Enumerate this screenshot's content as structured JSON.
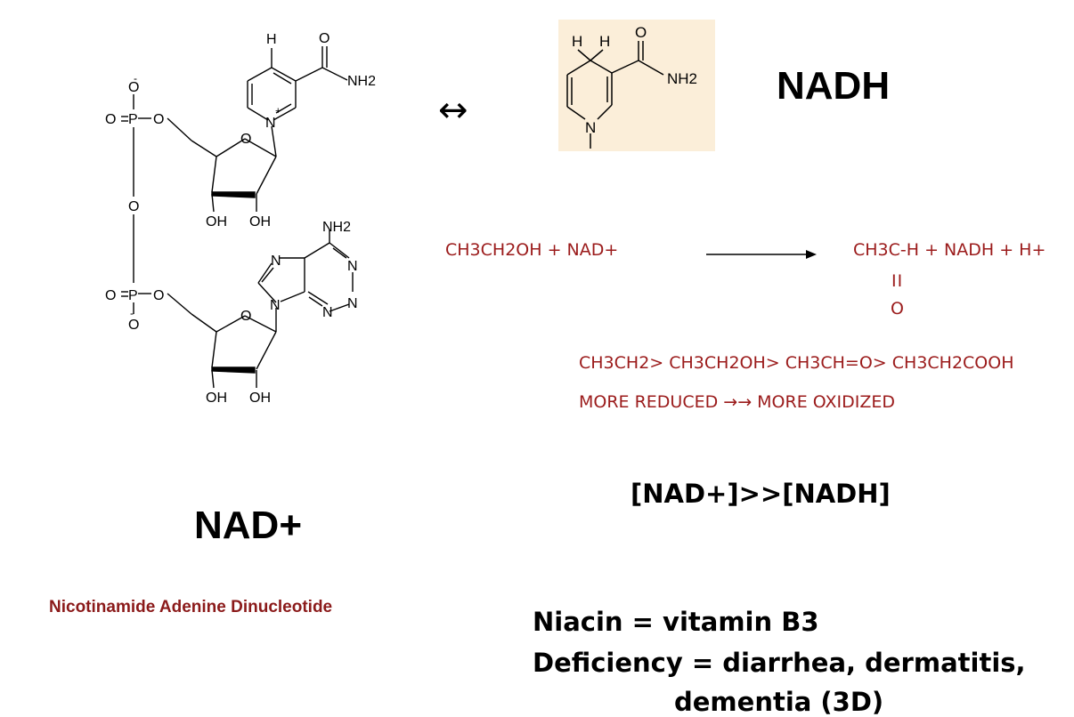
{
  "structures": {
    "nadplus": {
      "atoms": {
        "h_top": "H",
        "o_amide": "O",
        "nh2_amide": "NH2",
        "n_plus": "N",
        "plus": "+",
        "ring_o_upper": "O",
        "oh_left_upper": "OH",
        "oh_right_upper": "OH",
        "o_minus_top": "O",
        "minus_top": "-",
        "o_double_top": "O",
        "p_top": "P",
        "o_ester_top": "O",
        "o_bridge": "O",
        "o_double_bot": "O",
        "p_bot": "P",
        "o_ester_bot": "O",
        "o_minus_bot": "O",
        "minus_bot": "-",
        "nh2_adenine": "NH2",
        "n_a1": "N",
        "n_a2": "N",
        "n_a3": "N",
        "n_a4": "N",
        "n_a5": "N",
        "ring_o_lower": "O",
        "oh_left_lower": "OH",
        "oh_right_lower": "OH"
      }
    },
    "nadh": {
      "atoms": {
        "h1": "H",
        "h2": "H",
        "o": "O",
        "nh2": "NH2",
        "n": "N"
      }
    }
  },
  "equilibrium_arrow": "↔",
  "nadh_title": "NADH",
  "reaction": {
    "reactants": "CH3CH2OH + NAD+",
    "products": "CH3C-H + NADH + H+",
    "double_bond": "II",
    "oxygen": "O"
  },
  "oxidation_series": "CH3CH2> CH3CH2OH> CH3CH=O> CH3CH2COOH",
  "oxidation_direction": "MORE REDUCED  →→  MORE OXIDIZED",
  "ratio": "[NAD+]>>[NADH]",
  "nadplus_title": "NAD+",
  "nadplus_fullname": "Nicotinamide Adenine Dinucleotide",
  "niacin": "Niacin = vitamin B3",
  "deficiency": "Deficiency = diarrhea, dermatitis,",
  "deficiency_cont": "dementia (3D)",
  "colors": {
    "accent_red": "#9b1b1b",
    "nadh_box": "#fbeed9"
  }
}
